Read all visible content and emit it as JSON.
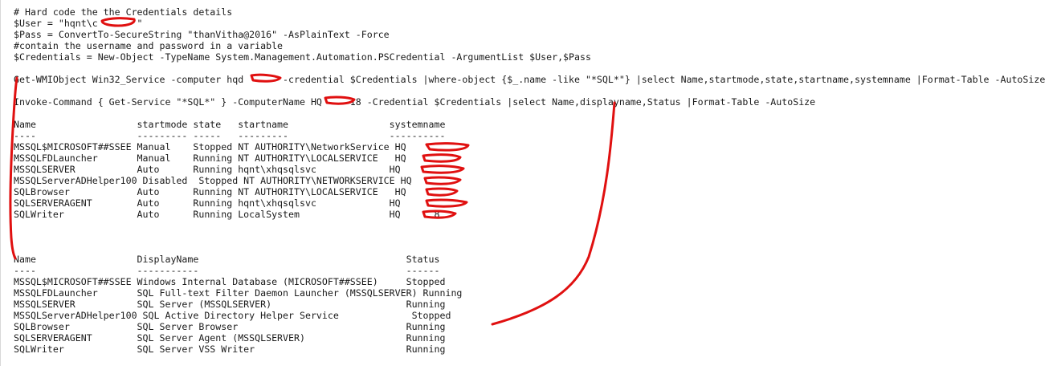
{
  "colors": {
    "background": "#ffffff",
    "text": "#1a1a1a",
    "annotation": "#e01010"
  },
  "script": {
    "lines": [
      "# Hard code the the Credentials details",
      "$User = \"hqnt\\c       \"",
      "$Pass = ConvertTo-SecureString \"thanVitha@2016\" -AsPlainText -Force",
      "#contain the username and password in a variable",
      "$Credentials = New-Object -TypeName System.Management.Automation.PSCredential -ArgumentList $User,$Pass",
      "",
      "Get-WMIObject Win32_Service -computer hqd       -credential $Credentials |where-object {$_.name -like \"*SQL*\"} |select Name,startmode,state,startname,systemname |Format-Table -AutoSize",
      "",
      "Invoke-Command { Get-Service \"*SQL*\" } -ComputerName HQ     18 -Credential $Credentials |select Name,displayname,Status |Format-Table -AutoSize"
    ]
  },
  "table1": {
    "lines": [
      "Name                  startmode state   startname                  systemname",
      "----                  --------- -----   ---------                  ----------",
      "MSSQL$MICROSOFT##SSEE Manual    Stopped NT AUTHORITY\\NetworkService HQ",
      "MSSQLFDLauncher       Manual    Running NT AUTHORITY\\LOCALSERVICE   HQ",
      "MSSQLSERVER           Auto      Running hqnt\\xhqsqlsvc             HQ",
      "MSSQLServerADHelper100 Disabled  Stopped NT AUTHORITY\\NETWORKSERVICE HQ",
      "SQLBrowser            Auto      Running NT AUTHORITY\\LOCALSERVICE   HQ",
      "SQLSERVERAGENT        Auto      Running hqnt\\xhqsqlsvc             HQ",
      "SQLWriter             Auto      Running LocalSystem                HQ      8"
    ]
  },
  "table2": {
    "lines": [
      "Name                  DisplayName                                     Status",
      "----                  -----------                                     ------",
      "MSSQL$MICROSOFT##SSEE Windows Internal Database (MICROSOFT##SSEE)     Stopped",
      "MSSQLFDLauncher       SQL Full-text Filter Daemon Launcher (MSSQLSERVER) Running",
      "MSSQLSERVER           SQL Server (MSSQLSERVER)                        Running",
      "MSSQLServerADHelper100 SQL Active Directory Helper Service             Stopped",
      "SQLBrowser            SQL Server Browser                              Running",
      "SQLSERVERAGENT        SQL Server Agent (MSSQLSERVER)                  Running",
      "SQLWriter             SQL Server VSS Writer                           Running"
    ]
  }
}
